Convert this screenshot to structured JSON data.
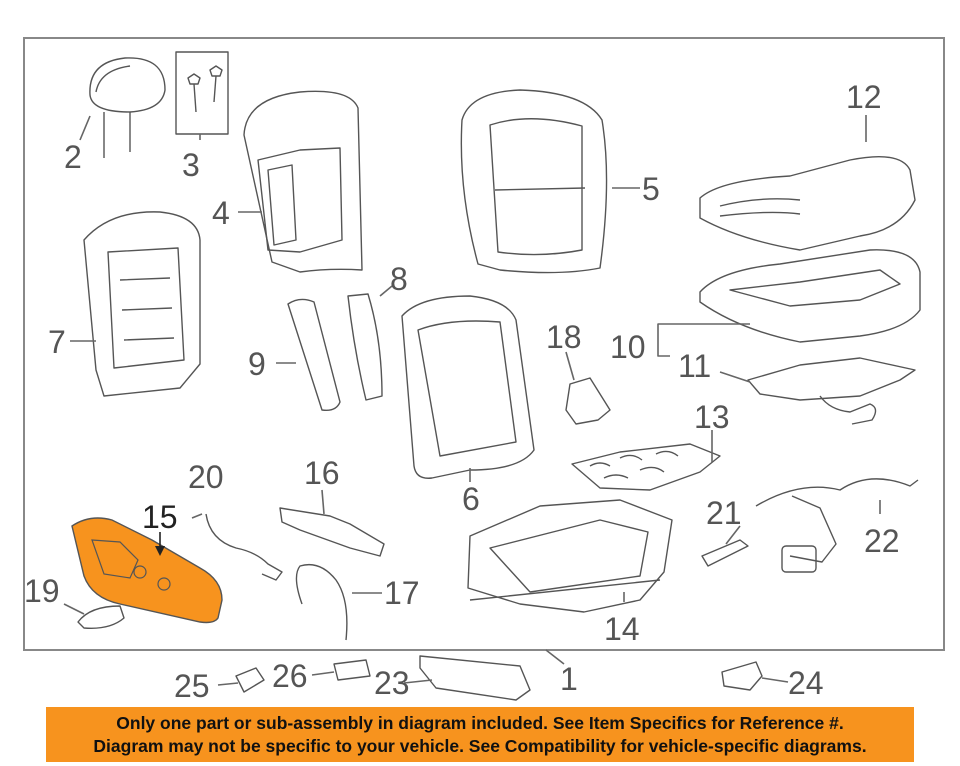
{
  "diagram": {
    "callouts": {
      "c1": "1",
      "c2": "2",
      "c3": "3",
      "c4": "4",
      "c5": "5",
      "c6": "6",
      "c7": "7",
      "c8": "8",
      "c9": "9",
      "c10": "10",
      "c11": "11",
      "c12": "12",
      "c13": "13",
      "c14": "14",
      "c15": "15",
      "c16": "16",
      "c17": "17",
      "c18": "18",
      "c19": "19",
      "c20": "20",
      "c21": "21",
      "c22": "22",
      "c23": "23",
      "c24": "24",
      "c25": "25",
      "c26": "26"
    },
    "highlighted_part": "15",
    "colors": {
      "highlight": "#f7931e",
      "line": "#555555",
      "frame": "#888888"
    }
  },
  "banner": {
    "line1": "Only one part or sub-assembly in diagram included. See Item Specifics for Reference #.",
    "line2": "Diagram may not be specific to your vehicle. See Compatibility for vehicle-specific diagrams."
  }
}
